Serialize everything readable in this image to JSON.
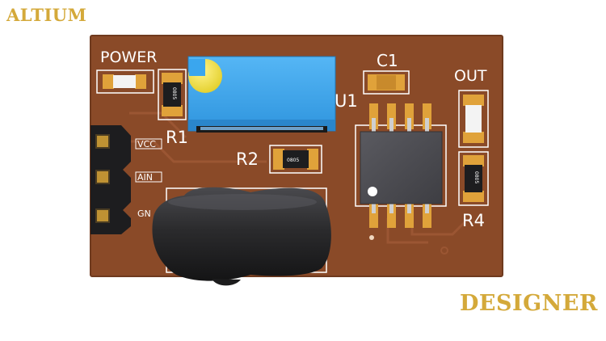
{
  "branding": {
    "top": "ALTIUM",
    "bottom": "DESIGNER"
  },
  "board": {
    "labels": {
      "power": "POWER",
      "c1": "C1",
      "u1": "U1",
      "out": "OUT",
      "r1": "R1",
      "r2": "R2",
      "r4": "R4",
      "vcc": "VCC",
      "ain": "AIN",
      "gnd": "GN"
    },
    "package_codes": {
      "r1": "0805",
      "r2": "0805",
      "r4": "0805"
    }
  },
  "colors": {
    "pcb": "#8a4a28",
    "pad": "#e0a23a",
    "potentiometer": "#3aa6ee",
    "pot_knob": "#f2e34a",
    "ic": "#4d4d52",
    "inductor": "#2b2b2d",
    "brand": "#d4a93a"
  }
}
